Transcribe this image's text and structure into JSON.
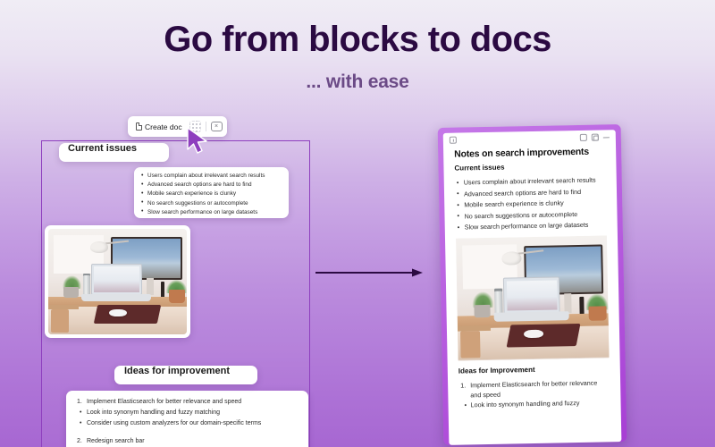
{
  "header": {
    "title": "Go from blocks to docs",
    "subtitle": "... with ease"
  },
  "colors": {
    "title": "#2b0a42",
    "subtitle": "#6b4a86",
    "accent_purple": "#8e3fbe",
    "frame_purple": "#a73fd4",
    "background_top": "#f0edf5",
    "background_bottom": "#a767d2"
  },
  "toolbar": {
    "create_doc_label": "Create doc",
    "doc_icon": "document-icon",
    "grid_icon": "dotted-grid-icon",
    "close_icon": "close-icon",
    "close_glyph": "×"
  },
  "cursor": {
    "icon": "mouse-cursor-icon"
  },
  "board": {
    "current_issues": {
      "heading": "Current issues",
      "bullets": [
        "Users complain about irrelevant search results",
        "Advanced search options are hard to find",
        "Mobile search experience is clunky",
        "No search suggestions or autocomplete",
        "Slow search performance on large datasets"
      ]
    },
    "photo": {
      "alt": "desk-with-laptop-and-monitor-photo"
    },
    "ideas": {
      "heading": "Ideas for improvement",
      "items": [
        {
          "marker": "1.",
          "type": "num",
          "text": "Implement Elasticsearch for better relevance and speed"
        },
        {
          "marker": "•",
          "type": "bul",
          "text": "Look into synonym handling and fuzzy matching"
        },
        {
          "marker": "•",
          "type": "bul",
          "text": "Consider using custom analyzers for our domain-specific terms"
        },
        {
          "marker": "2.",
          "type": "num",
          "text": "Redesign search bar"
        }
      ]
    }
  },
  "arrow": {
    "label": "transform-arrow"
  },
  "document": {
    "titlebar": {
      "clock_icon": "clock-icon",
      "window_icon_1": "panel-icon",
      "window_icon_2": "sidebar-icon",
      "minimize_icon": "minimize-icon"
    },
    "title": "Notes on search improvements",
    "section1_heading": "Current issues",
    "section1_bullets": [
      "Users complain about irrelevant search results",
      "Advanced search options are hard to find",
      "Mobile search experience is clunky",
      "No search suggestions or autocomplete",
      "Slow search performance on large datasets"
    ],
    "photo": {
      "alt": "desk-with-laptop-and-monitor-photo"
    },
    "section2_heading": "Ideas for Improvement",
    "section2_items": [
      {
        "marker": "1.",
        "type": "num",
        "text": "Implement Elasticsearch for better relevance and speed"
      },
      {
        "marker": "•",
        "type": "bul",
        "text": "Look into synonym handling and fuzzy"
      }
    ]
  }
}
